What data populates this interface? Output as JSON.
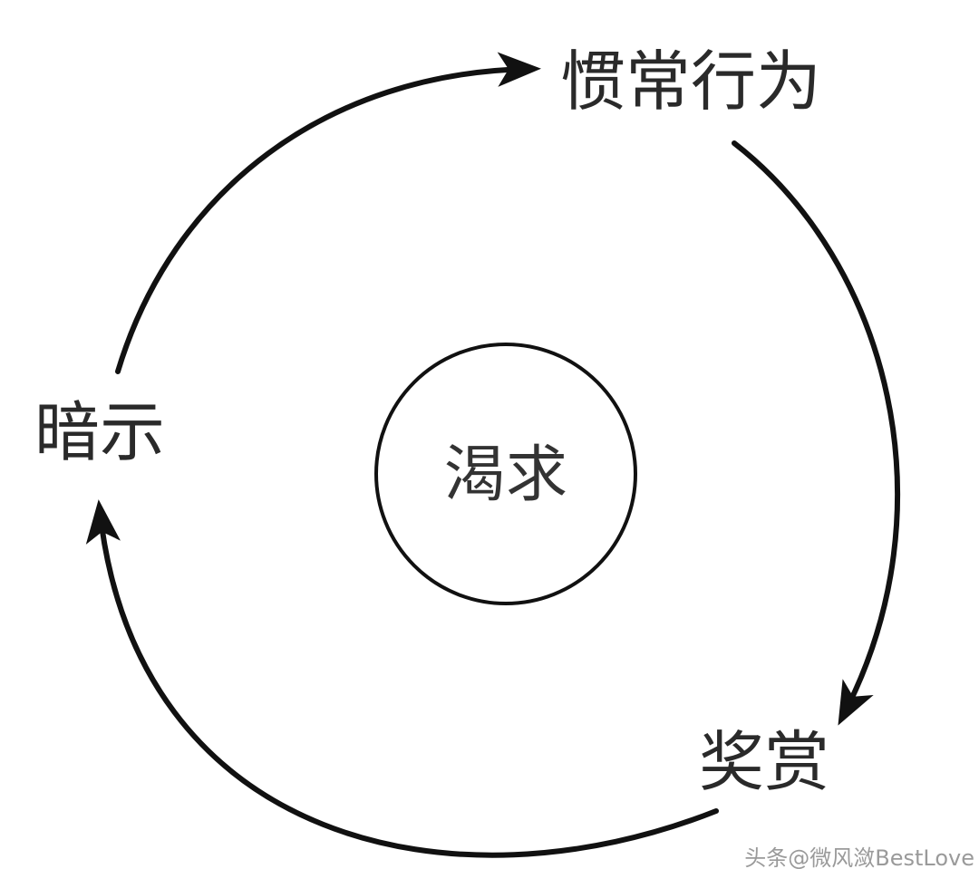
{
  "diagram": {
    "center": "渴求",
    "steps": {
      "top": "惯常行为",
      "right": "奖赏",
      "left": "暗示"
    },
    "watermark": "头条@微风潋BestLove"
  },
  "colors": {
    "stroke": "#111111",
    "text": "#2a2a2a",
    "background": "#ffffff"
  }
}
